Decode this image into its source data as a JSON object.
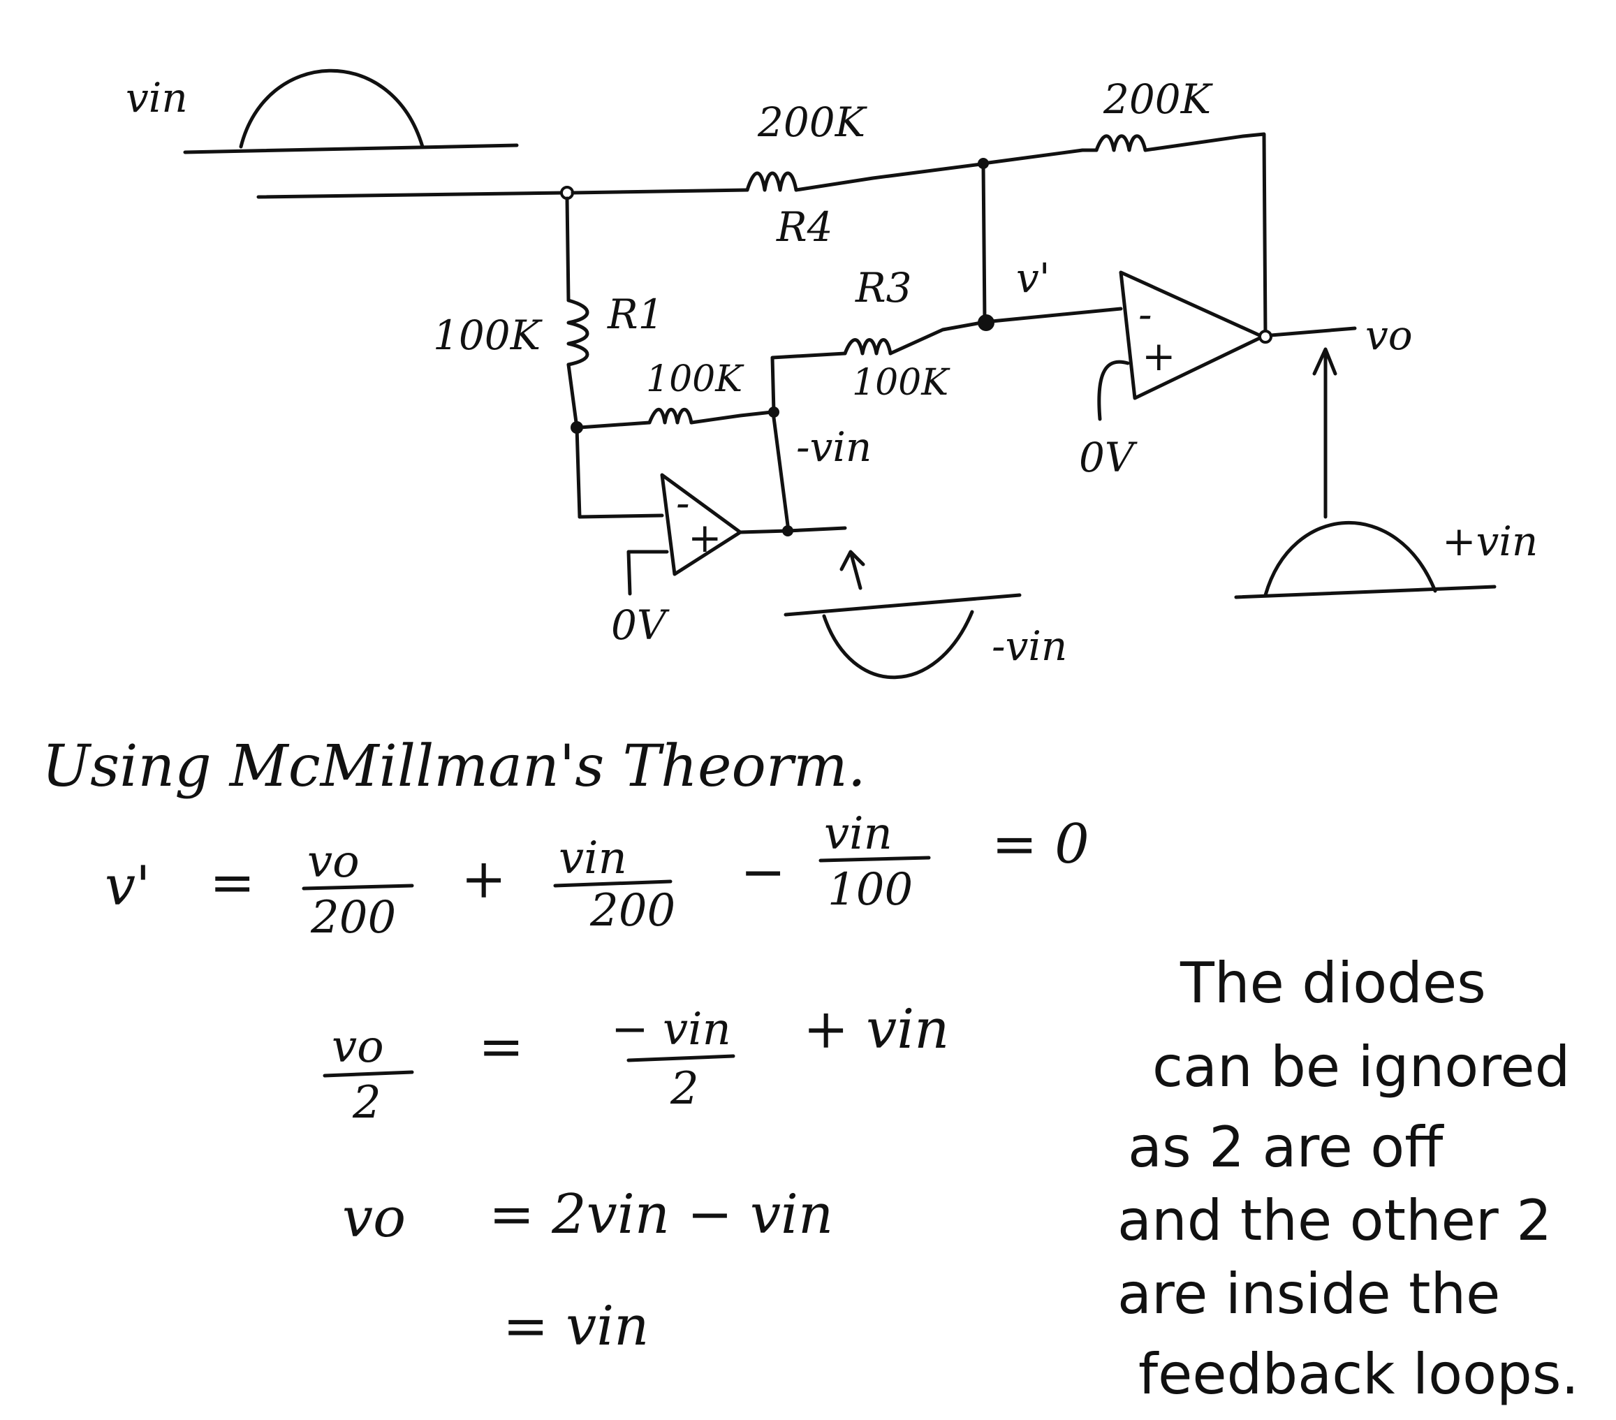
{
  "labels": {
    "vin_input": "vin",
    "r4_value": "200K",
    "r4_name": "R4",
    "rf_value": "200K",
    "r1_value": "100K",
    "r1_name": "R1",
    "r3_name": "R3",
    "r3_value": "100K",
    "r2_value": "100K",
    "v_prime": "v'",
    "neg_vin_node": "-vin",
    "vo": "vo",
    "ov_left": "0V",
    "ov_right": "0V",
    "neg_vin_wave": "-vin",
    "pos_vin_wave": "+vin",
    "opamp_minus": "-",
    "opamp_plus": "+"
  },
  "derivation": {
    "title": "Using McMillman's Theorm.",
    "eq1": {
      "lhs": "v'",
      "t1_num": "vo",
      "t1_den": "200",
      "op1": "+",
      "t2_num": "vin",
      "t2_den": "200",
      "op2": "−",
      "t3_num": "vin",
      "t3_den": "100",
      "rhs": "= 0"
    },
    "eq2": {
      "lhs_num": "vo",
      "lhs_den": "2",
      "eq": "=",
      "t1_num": "− vin",
      "t1_den": "2",
      "rest": "+ vin"
    },
    "eq3": {
      "lhs": "vo",
      "rhs": "= 2vin − vin"
    },
    "eq4": {
      "rhs": "= vin"
    }
  },
  "note": {
    "lines": [
      "The diodes",
      "can be ignored",
      "as 2 are off",
      "and the other 2",
      "are inside the",
      "feedback loops."
    ]
  }
}
